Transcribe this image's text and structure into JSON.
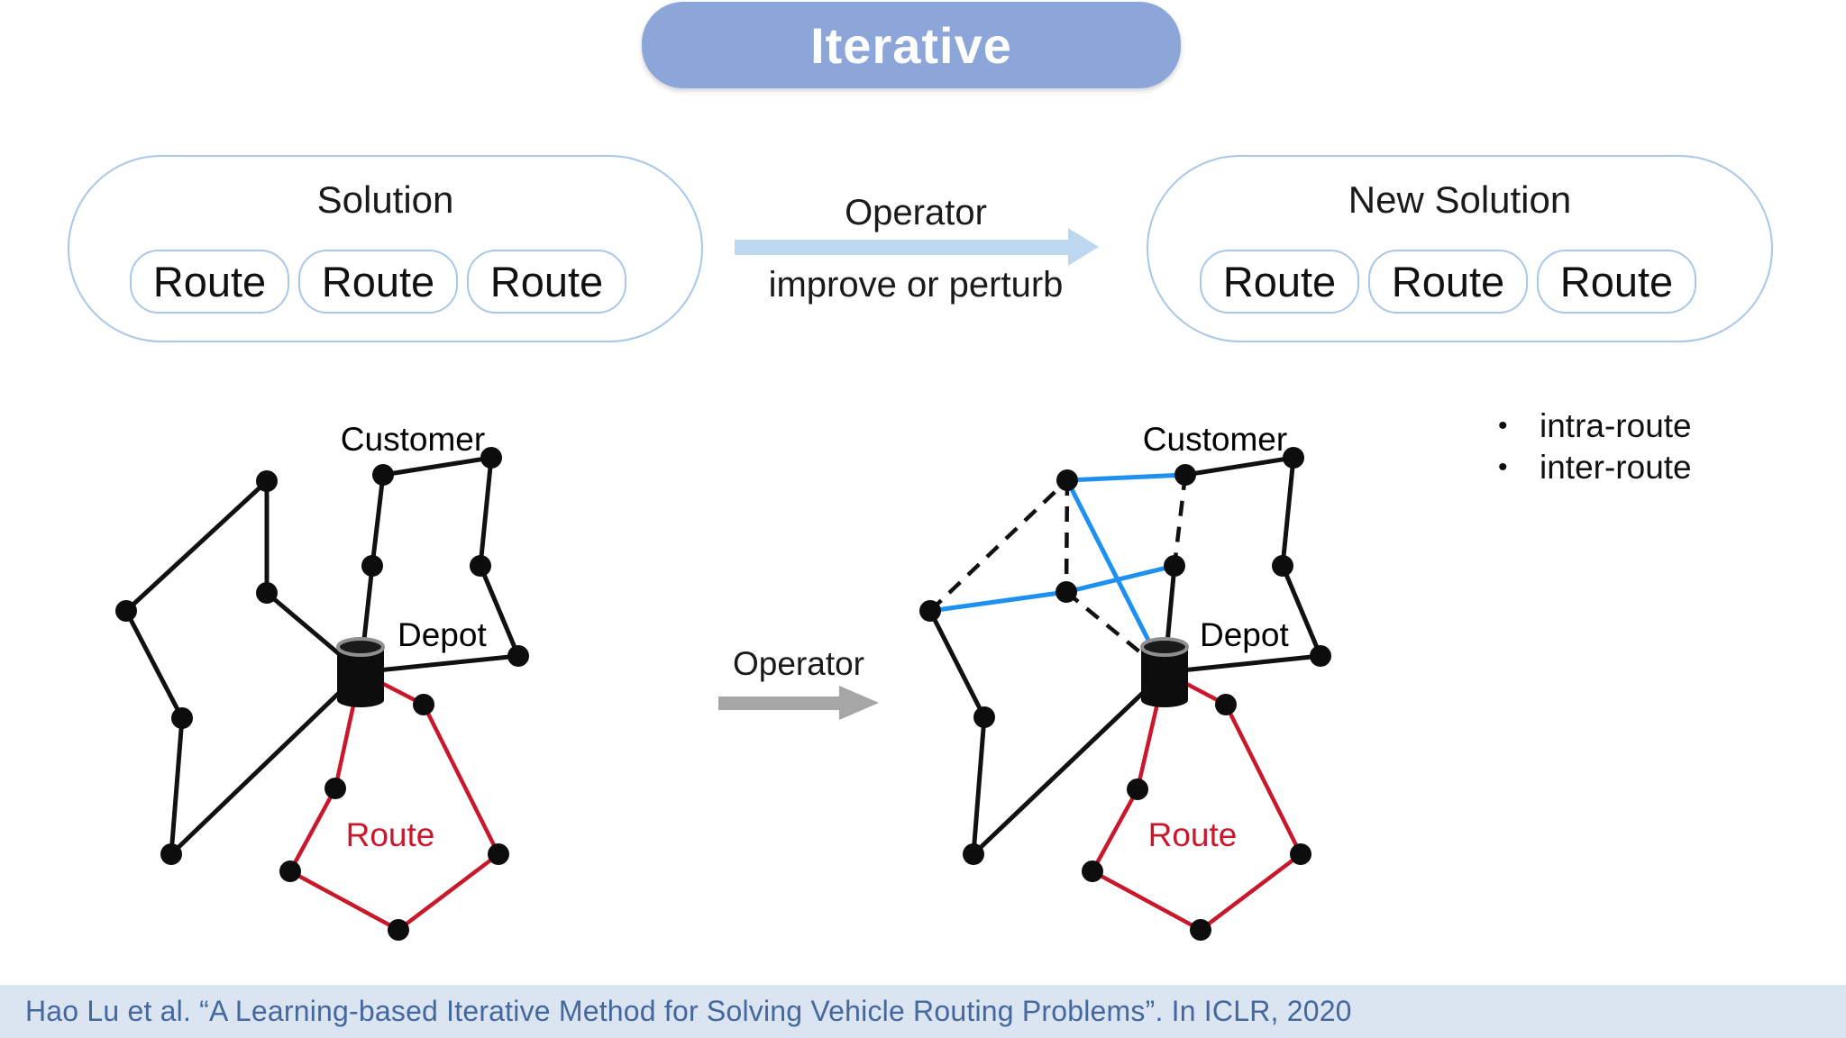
{
  "header": {
    "tag": "Iterative"
  },
  "flow": {
    "solution_box": {
      "title": "Solution",
      "routes": [
        "Route",
        "Route",
        "Route"
      ]
    },
    "operator": {
      "label": "Operator",
      "sublabel": "improve or perturb"
    },
    "new_solution_box": {
      "title": "New Solution",
      "routes": [
        "Route",
        "Route",
        "Route"
      ]
    }
  },
  "diagram": {
    "operator_label": "Operator",
    "left_graph": {
      "customer": "Customer",
      "depot": "Depot",
      "route": "Route"
    },
    "right_graph": {
      "customer": "Customer",
      "depot": "Depot",
      "route": "Route"
    },
    "legend": [
      "intra-route",
      "inter-route"
    ]
  },
  "footer": {
    "citation": "Hao Lu et al. “A Learning-based Iterative Method for Solving Vehicle Routing Problems”. In ICLR, 2020"
  },
  "colors": {
    "pill-blue": "#8CA6D9",
    "box-border": "#A9C7E8",
    "arrow-blue": "#BDD7EE",
    "arrow-gray": "#A6A6A6",
    "edge-black": "#111111",
    "edge-red": "#C9182B",
    "edge-blue": "#1E90F0",
    "citation-bg": "#DBE5F1",
    "citation-text": "#44689D"
  }
}
